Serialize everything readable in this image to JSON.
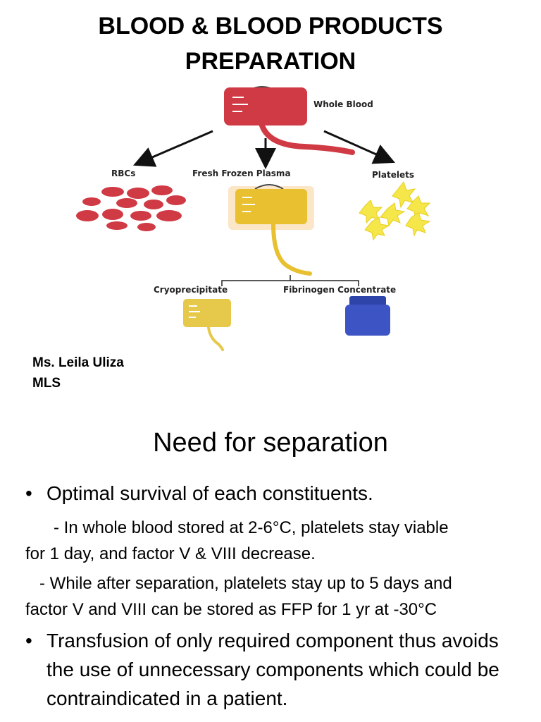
{
  "title": {
    "line1": "BLOOD & BLOOD PRODUCTS",
    "line2": "PREPARATION"
  },
  "diagram": {
    "labels": {
      "whole_blood": "Whole Blood",
      "rbcs": "RBCs",
      "ffp": "Fresh Frozen Plasma",
      "platelets": "Platelets",
      "cryo": "Cryoprecipitate",
      "fibrinogen": "Fibrinogen Concentrate"
    },
    "colors": {
      "blood": "#d03a44",
      "plasma": "#e8c030",
      "platelet": "#f5e64a",
      "fibrinogen": "#3d55c4"
    }
  },
  "author": {
    "name": "Ms. Leila Uliza",
    "credential": "MLS"
  },
  "section": {
    "title": "Need for separation"
  },
  "content": {
    "bullet_char": "•",
    "bullet1": "Optimal survival of each constituents.",
    "sub1_line1": "      - In whole blood stored at 2-6°C, platelets stay viable",
    "sub1_line2": "for 1 day, and factor V & VIII decrease.",
    "sub2_line1": "   - While after separation, platelets stay up to 5 days and",
    "sub2_line2": "factor V and VIII can be stored as FFP for 1 yr at -30°C",
    "bullet2": "Transfusion of only required component thus avoids the use of unnecessary components which could be contraindicated in a patient."
  }
}
